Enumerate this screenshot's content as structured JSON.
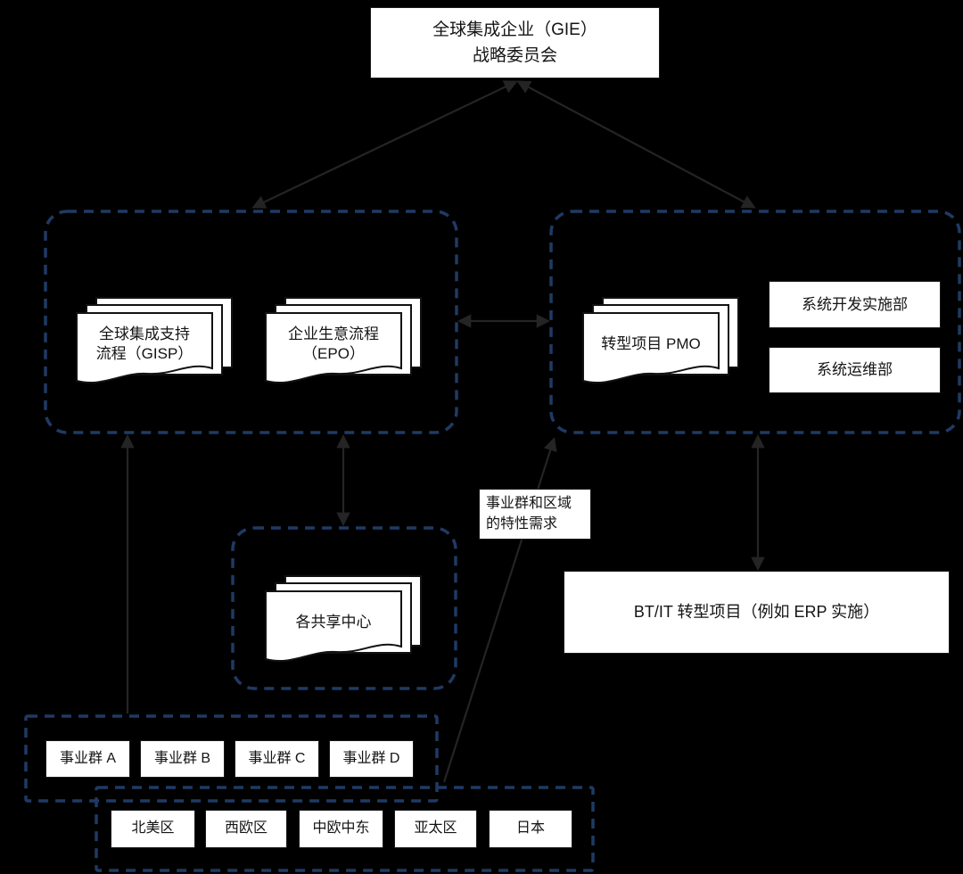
{
  "colors": {
    "background": "#000000",
    "box_fill": "#ffffff",
    "box_text": "#141414",
    "dashed_border": "#1f3a64",
    "connector": "#242424"
  },
  "committee": {
    "line1": "全球集成企业（GIE）",
    "line2": "战略委员会"
  },
  "left_group": {
    "gisp": {
      "line1": "全球集成支持",
      "line2": "流程（GISP）"
    },
    "epo": {
      "line1": "企业生意流程",
      "line2": "（EPO）"
    }
  },
  "right_group": {
    "pmo": {
      "label": "转型项目 PMO"
    },
    "sys_dev": {
      "label": "系统开发实施部"
    },
    "sys_ops": {
      "label": "系统运维部"
    }
  },
  "shared_center": {
    "label": "各共享中心"
  },
  "needs_label": {
    "line1": "事业群和区域",
    "line2": "的特性需求"
  },
  "btit": {
    "label": "BT/IT 转型项目（例如 ERP 实施）"
  },
  "business_units": {
    "items": [
      {
        "label": "事业群 A"
      },
      {
        "label": "事业群 B"
      },
      {
        "label": "事业群 C"
      },
      {
        "label": "事业群 D"
      }
    ]
  },
  "regions": {
    "items": [
      {
        "label": "北美区"
      },
      {
        "label": "西欧区"
      },
      {
        "label": "中欧中东"
      },
      {
        "label": "亚太区"
      },
      {
        "label": "日本"
      }
    ]
  }
}
